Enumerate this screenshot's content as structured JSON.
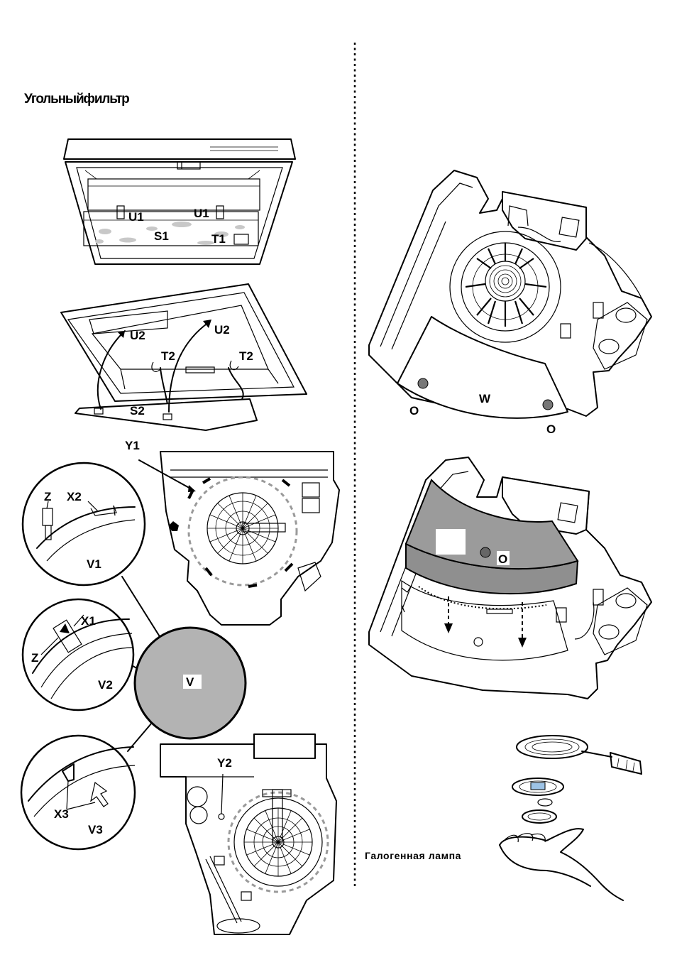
{
  "page": {
    "section_title": "Угольныйфильтр",
    "lamp_caption": "Галогенная  лампа"
  },
  "labels": {
    "u1_left": "U1",
    "u1_right": "U1",
    "s1": "S1",
    "t1": "T1",
    "u2_left": "U2",
    "u2_right": "U2",
    "t2_left": "T2",
    "t2_right": "T2",
    "s2": "S2",
    "y1": "Y1",
    "y2": "Y2",
    "z_top": "Z",
    "x2": "X2",
    "v1": "V1",
    "x1": "X1",
    "z_mid": "Z",
    "v2": "V2",
    "v": "V",
    "x3": "X3",
    "v3": "V3",
    "w": "W",
    "o_left": "O",
    "o_right": "O",
    "o_filter": "O"
  },
  "colors": {
    "line": "#000000",
    "filter_grey": "#b3b3b3",
    "filter_dark": "#8f8f8f",
    "hole_grey": "#777777",
    "dotted_ring": "#9a9a9a"
  }
}
